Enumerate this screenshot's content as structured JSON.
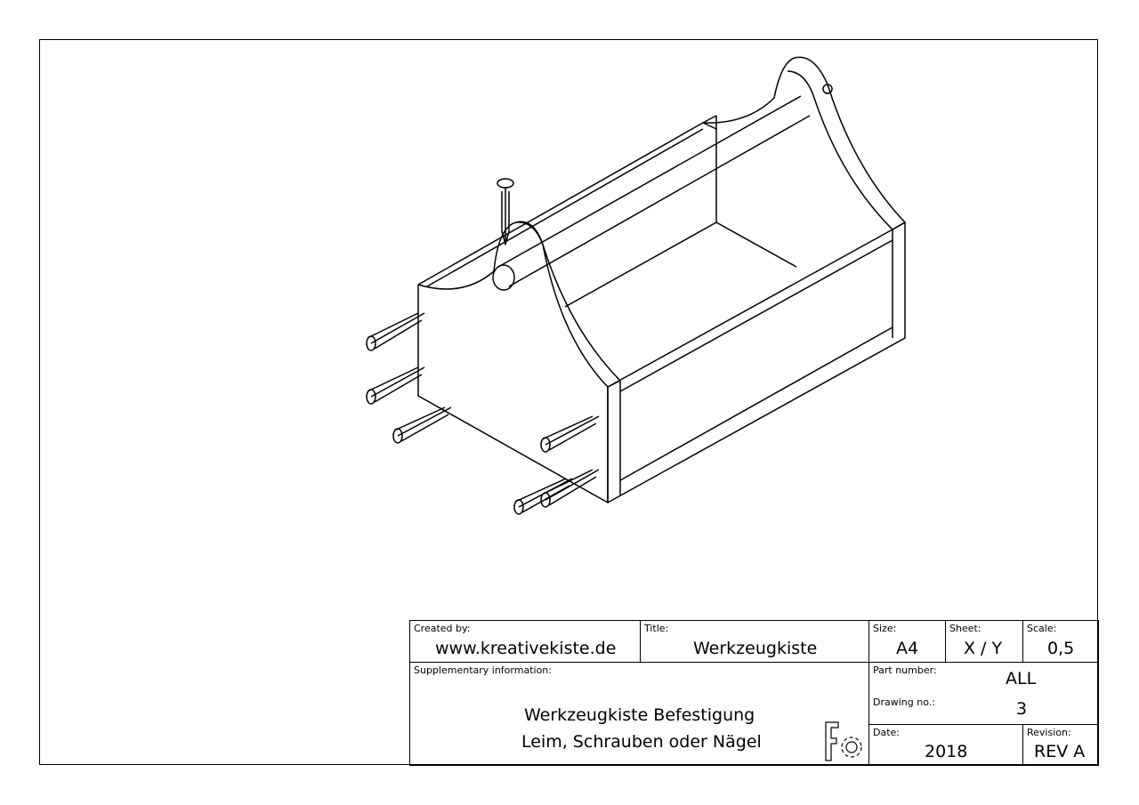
{
  "title_block": {
    "created_by": {
      "label": "Created by:",
      "value": "www.kreativekiste.de"
    },
    "title": {
      "label": "Title:",
      "value": "Werkzeugkiste"
    },
    "size": {
      "label": "Size:",
      "value": "A4"
    },
    "sheet": {
      "label": "Sheet:",
      "value": "X / Y"
    },
    "scale": {
      "label": "Scale:",
      "value": "0,5"
    },
    "supplementary": {
      "label": "Supplementary information:",
      "line1": "Werkzeugkiste Befestigung",
      "line2": "Leim, Schrauben oder Nägel"
    },
    "part_number": {
      "label": "Part number:",
      "value": "ALL"
    },
    "drawing_no": {
      "label": "Drawing no.:",
      "value": "3"
    },
    "date": {
      "label": "Date:",
      "value": "2018"
    },
    "revision": {
      "label": "Revision:",
      "value": "REV A"
    }
  }
}
